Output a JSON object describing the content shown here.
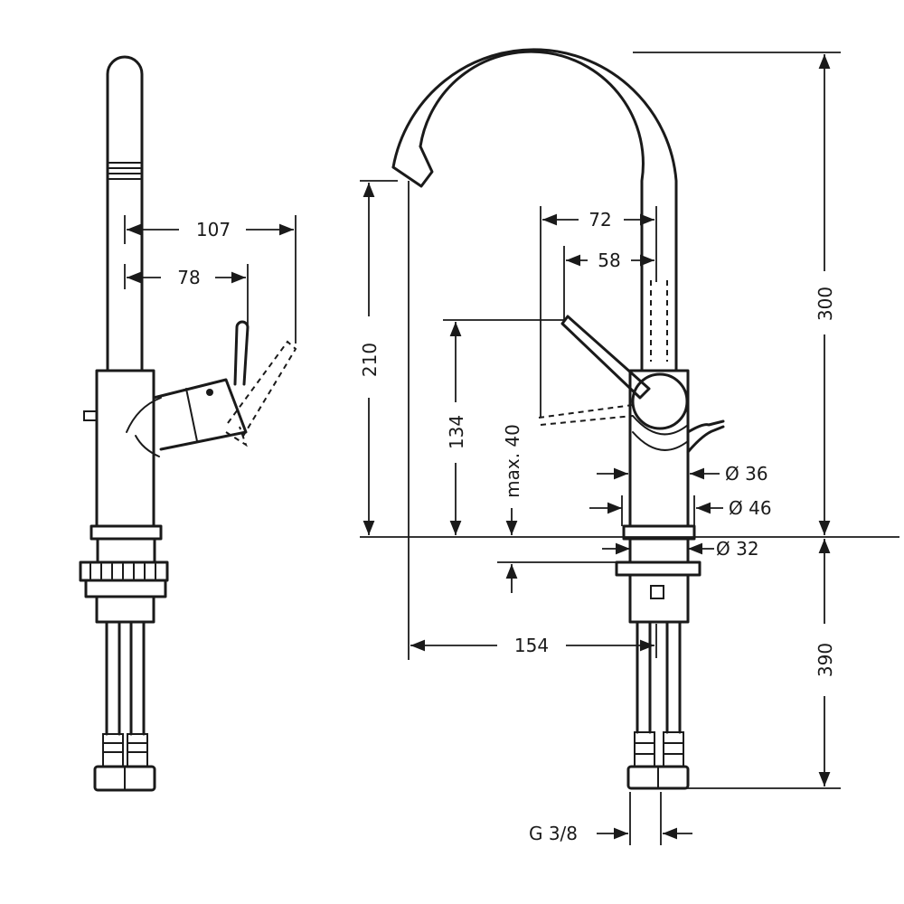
{
  "dimensions": {
    "side_107": "107",
    "side_78": "78",
    "spout_reach_72": "72",
    "spout_reach_58": "58",
    "height_300": "300",
    "height_210": "210",
    "height_134": "134",
    "max_40": "max. 40",
    "dia_36": "Ø 36",
    "dia_46": "Ø 46",
    "dia_32": "Ø 32",
    "reach_154": "154",
    "below_390": "390",
    "thread": "G 3/8"
  }
}
